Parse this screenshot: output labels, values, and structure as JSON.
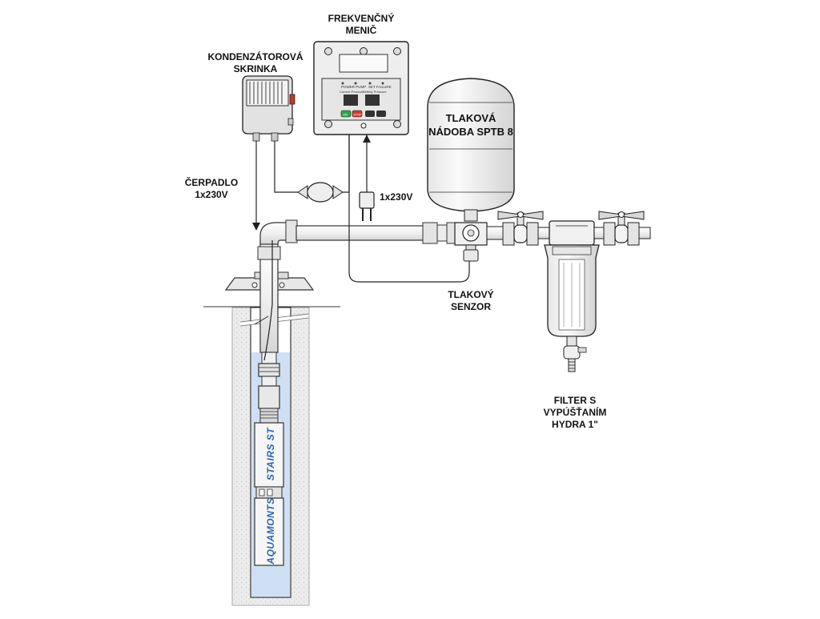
{
  "labels": {
    "inverter_line1": "FREKVENČNÝ",
    "inverter_line2": "MENIČ",
    "capacitor_line1": "KONDENZÁTOROVÁ",
    "capacitor_line2": "SKRINKA",
    "pump_line1": "ČERPADLO",
    "pump_line2": "1x230V",
    "plug_voltage": "1x230V",
    "tank_line1": "TLAKOVÁ",
    "tank_line2": "NÁDOBA SPTB 8",
    "sensor_line1": "TLAKOVÝ",
    "sensor_line2": "SENZOR",
    "filter_line1": "FILTER S",
    "filter_line2": "VYPÚŠŤANÍM",
    "filter_line3": "HYDRA 1\""
  },
  "pump_branding": {
    "upper": "STAIRS ST",
    "lower": "AQUAMONTS"
  },
  "inverter_panel": {
    "led_left": "POWER  PUMP",
    "led_right": "SET  FAILURE",
    "display_left": "Current Pressure",
    "display_right": "Setting Pressure",
    "btn_on": "ON",
    "btn_stop": "STOP"
  },
  "colors": {
    "water": "#cfe0f4",
    "pump_text": "#2c64b5",
    "soil": "#e9e9e9",
    "outline": "#222222"
  },
  "icons": [
    "inverter-box",
    "capacitor-box",
    "pressure-tank",
    "filter-housing",
    "ball-valve",
    "power-plug",
    "submersible-pump"
  ]
}
